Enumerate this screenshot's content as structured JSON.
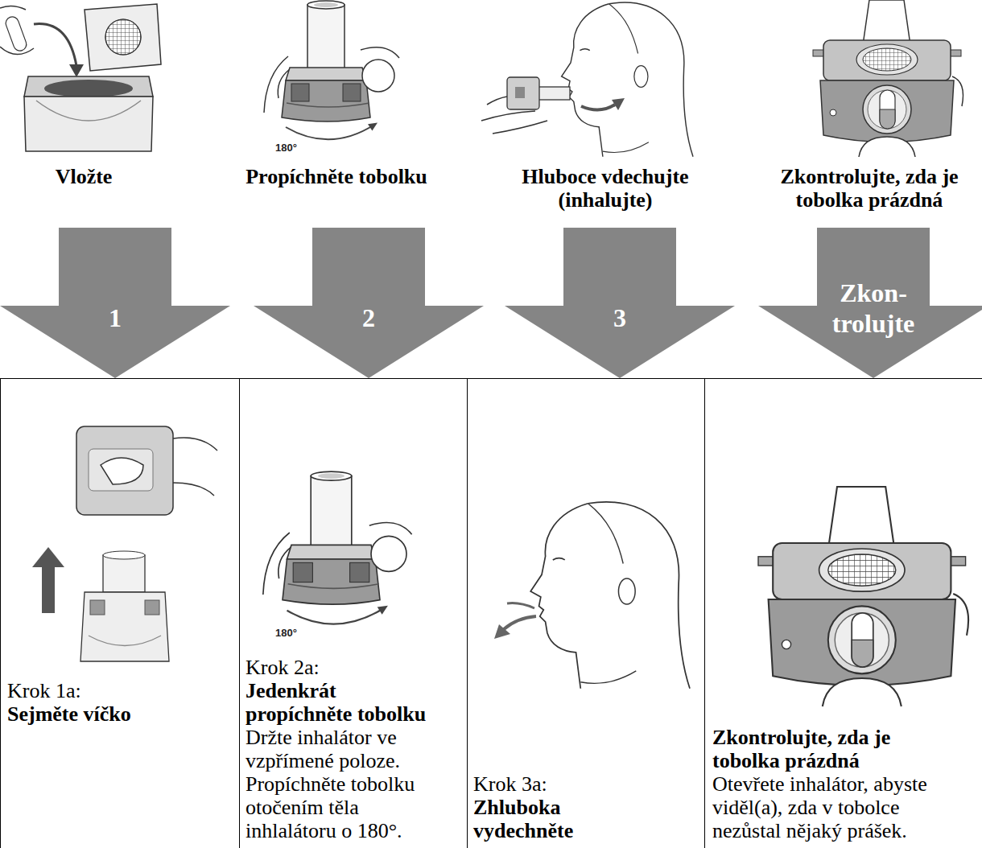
{
  "diagram": {
    "nodes": [
      {
        "text": [
          "1"
        ]
      },
      {
        "text": [
          "2"
        ]
      },
      {
        "text": [
          "3"
        ]
      },
      {
        "text": [
          "Zkon- trolujte"
        ]
      },
      {
        "text": [
          "Krok 1a:",
          "Sejměte víčko"
        ]
      },
      {
        "text": [
          "Krok 2a:",
          "Jedenkrát propíchněte tobolku",
          "Držte inhalátor ve vzpřímené poloze. Propíchněte tobolku otočením těla inhlalátoru o 180°."
        ]
      },
      {
        "text": [
          "Krok 3a:",
          "Zhluboka vydechněte"
        ]
      },
      {
        "text": [
          "Zkontrolujte, zda je tobolka prázdná",
          "Otevřete inhalátor, abyste viděl(a), zda v tobolce nezůstal nějaký prášek."
        ]
      }
    ],
    "labels": [
      "180°",
      "Vložte",
      "Propíchněte tobolku",
      "Hluboce vdechujte (inhalujte)",
      "Zkontrolujte, zda je tobolka prázdná",
      "180°"
    ]
  }
}
